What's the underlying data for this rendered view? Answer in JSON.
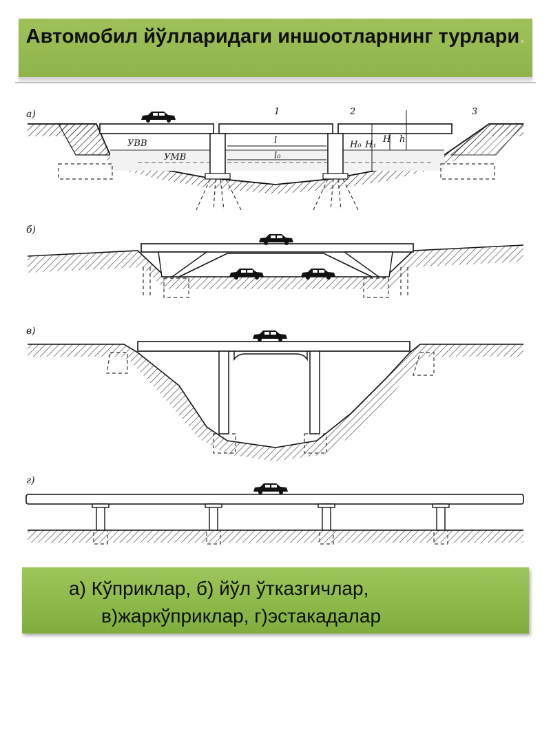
{
  "title": {
    "main": "Автомобил йўлларидаги иншоотларнинг турлари",
    "dot": "."
  },
  "diagram": {
    "panels": [
      {
        "key": "a",
        "label": "а)"
      },
      {
        "key": "b",
        "label": "б)"
      },
      {
        "key": "v",
        "label": "в)"
      },
      {
        "key": "g",
        "label": "г)"
      }
    ],
    "labels_a": {
      "n1": "1",
      "n2": "2",
      "n3": "3",
      "uvv": "УВВ",
      "umv": "УМВ",
      "l": "l",
      "l0": "l₀",
      "H0": "H₀",
      "H1": "H₁",
      "H": "H",
      "h": "h"
    }
  },
  "caption": {
    "line1": "а) Кўприклар, б) йўл ўтказгичлар,",
    "line2": "в)жаркўприклар, г)эстакадалар"
  }
}
